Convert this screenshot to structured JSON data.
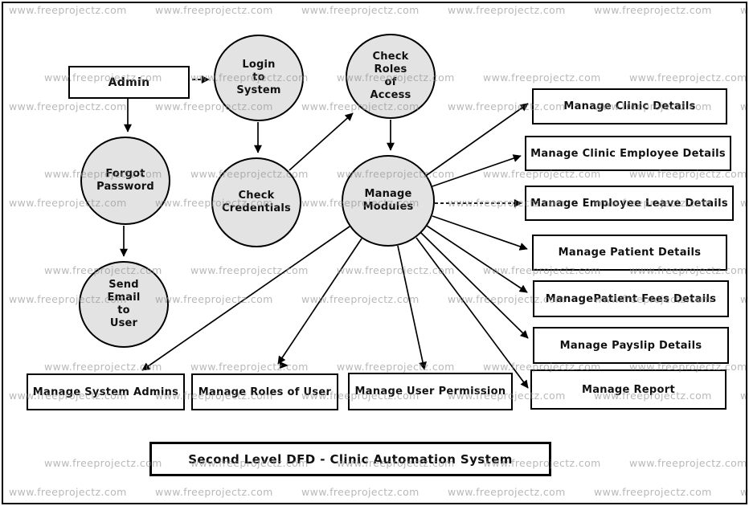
{
  "diagram": {
    "watermark_text": "www.freeprojectz.com",
    "title": "Second Level DFD - Clinic Automation System",
    "colors": {
      "process_fill": "#e3e3e3",
      "stroke": "#000000",
      "watermark_gray": "#8e8e8e",
      "background": "#ffffff"
    },
    "nodes": {
      "admin": "Admin",
      "login": "Login to System",
      "check_roles": "Check Roles of Access",
      "forgot_password": "Forgot Password",
      "check_credentials": "Check Credentials",
      "manage_modules": "Manage Modules",
      "send_email": "Send Email to User",
      "clinic_details": "Manage Clinic Details",
      "clinic_employee_details": "Manage Clinic Employee Details",
      "employee_leave_details": "Manage Employee Leave Details",
      "patient_details": "Manage Patient Details",
      "patient_fees_details": "ManagePatient Fees Details",
      "payslip_details": "Manage Payslip Details",
      "report": "Manage Report",
      "system_admins": "Manage System Admins",
      "roles_of_user": "Manage Roles of User",
      "user_permission": "Manage User Permission"
    }
  }
}
